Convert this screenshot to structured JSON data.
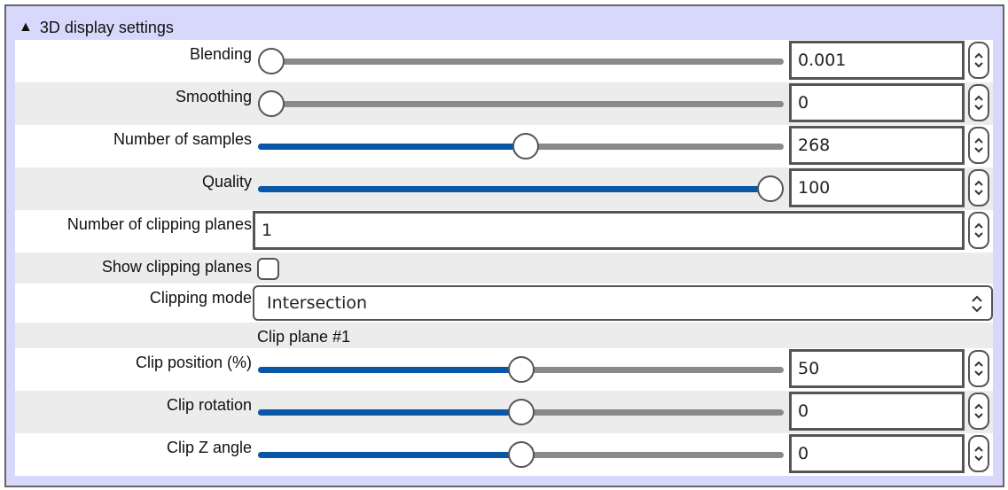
{
  "section": {
    "title": "3D display settings",
    "collapse_icon": "triangle-up-icon"
  },
  "colors": {
    "background": "#d8d8fc",
    "slider_fill": "#0a57a8",
    "slider_track": "#8a8a8a",
    "alt_row": "#ececec"
  },
  "rows": {
    "blending": {
      "label": "Blending",
      "value": "0.001",
      "slider_pct": 0
    },
    "smoothing": {
      "label": "Smoothing",
      "value": "0",
      "slider_pct": 0
    },
    "samples": {
      "label": "Number of samples",
      "value": "268",
      "slider_pct": 51
    },
    "quality": {
      "label": "Quality",
      "value": "100",
      "slider_pct": 100
    },
    "clip_planes": {
      "label": "Number of clipping planes",
      "value": "1"
    },
    "show_planes": {
      "label": "Show clipping planes",
      "checked": false
    },
    "clip_mode": {
      "label": "Clipping mode",
      "value": "Intersection"
    },
    "clip_plane_heading": "Clip plane #1",
    "clip_position": {
      "label": "Clip position (%)",
      "value": "50",
      "slider_pct": 50
    },
    "clip_rotation": {
      "label": "Clip rotation",
      "value": "0",
      "slider_pct": 50
    },
    "clip_z_angle": {
      "label": "Clip Z angle",
      "value": "0",
      "slider_pct": 50
    }
  }
}
